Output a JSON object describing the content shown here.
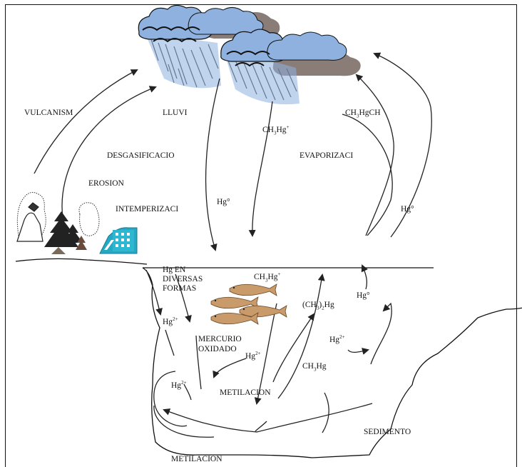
{
  "labels": {
    "vulcanism": "VULCANISM",
    "lluvi": "LLUVI",
    "desgasificacio": "DESGASIFICACIO",
    "erosion": "EROSION",
    "intemperizaci": "INTEMPERIZACI",
    "evaporizaci": "EVAPORIZACI",
    "ch3hgch": "CH3HgCH",
    "ch3hg_plus_air": "CH3Hg+",
    "hg0_air_left": "Hg°",
    "hg0_air_right": "Hg°",
    "hg_en_diversas": "Hg EN DIVERSAS FORMAS",
    "ch3hg_plus_water": "CH3Hg+",
    "hg2_left": "Hg2+",
    "ch3_2hg": "(CH3)2Hg",
    "hg0_water": "Hg°",
    "hg2_right": "Hg2+",
    "mercurio_oxidado": "MERCURIO OXIDADO",
    "hg2_center": "Hg2+",
    "ch3hg_water": "CH3Hg",
    "hg2_lower_left": "Hg2+",
    "metilacion_center": "METILACION",
    "sedimento": "SEDIMENTO",
    "metilacion_bottom": "METILACION"
  },
  "icons": [
    "rain-cloud-icon",
    "cloud-icon",
    "volcano-icon",
    "tree-icon",
    "factory-icon",
    "fish-icon"
  ],
  "colors": {
    "cloud_blue": "#8eb1e0",
    "cloud_gray": "#8a7c77",
    "rain": "#4a4a4a",
    "fish": "#d98a4a"
  }
}
